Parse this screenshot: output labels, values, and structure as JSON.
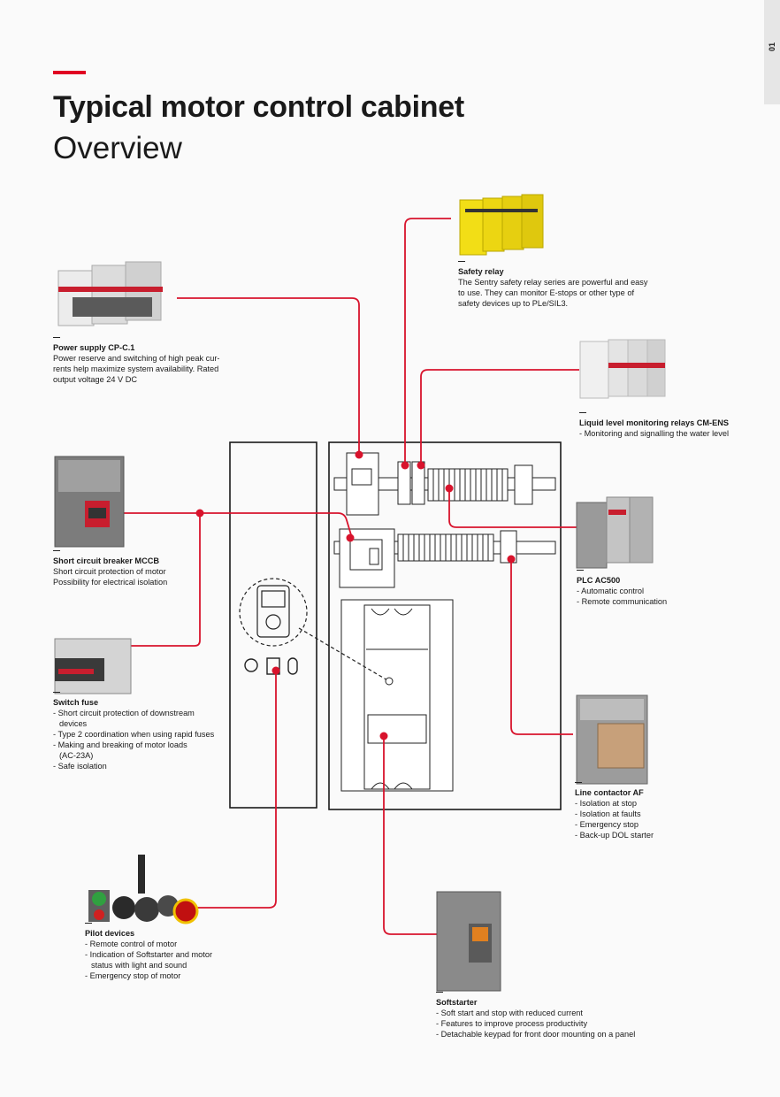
{
  "page_number": "01",
  "title": "Typical motor control cabinet",
  "subtitle": "Overview",
  "colors": {
    "accent": "#e00022",
    "line": "#d8132c"
  },
  "callouts": {
    "power_supply": {
      "title": "Power supply CP-C.1",
      "lines": [
        "Power reserve and switching of high peak cur-",
        "rents help maximize system availability. Rated",
        "output voltage 24 V DC"
      ]
    },
    "safety_relay": {
      "title": "Safety relay",
      "lines": [
        "The Sentry safety relay series are powerful and easy",
        "to use. They can monitor E-stops or other type of",
        "safety devices up to PLe/SIL3."
      ]
    },
    "liquid_level": {
      "title": "Liquid level monitoring relays CM-ENS",
      "lines": [
        "- Monitoring and signalling the water level"
      ]
    },
    "mccb": {
      "title": "Short circuit breaker MCCB",
      "lines": [
        "Short circuit protection of motor",
        "Possibility for electrical isolation"
      ]
    },
    "plc": {
      "title": "PLC AC500",
      "lines": [
        "- Automatic control",
        "- Remote communication"
      ]
    },
    "switch_fuse": {
      "title": "Switch fuse",
      "lines": [
        "- Short circuit protection of downstream",
        "devices",
        "- Type 2 coordination when using rapid fuses",
        "- Making and breaking of motor loads",
        "(AC-23A)",
        "- Safe isolation"
      ]
    },
    "line_contactor": {
      "title": "Line contactor AF",
      "lines": [
        "- Isolation at stop",
        "- Isolation at faults",
        "- Emergency stop",
        "- Back-up DOL starter"
      ]
    },
    "pilot": {
      "title": "Pilot devices",
      "lines": [
        "- Remote control of motor",
        "- Indication of Softstarter and motor",
        "status with light and sound",
        "- Emergency stop of motor"
      ]
    },
    "softstarter": {
      "title": "Softstarter",
      "lines": [
        "- Soft start and stop with reduced current",
        "- Features to improve process productivity",
        "- Detachable keypad for front door mounting on a panel"
      ]
    }
  }
}
